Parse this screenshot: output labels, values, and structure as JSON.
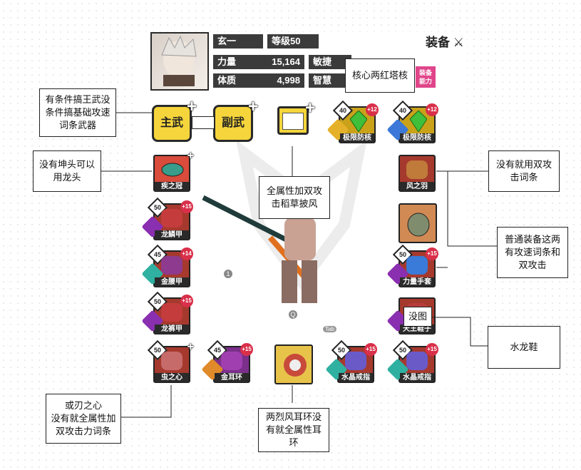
{
  "header": {
    "player_name": "玄一",
    "level": "等级50",
    "equip_title": "装备",
    "stats": [
      {
        "label": "力量",
        "value": "15,164"
      },
      {
        "label": "敏捷",
        "value": ""
      },
      {
        "label": "体质",
        "value": "4,998"
      },
      {
        "label": "智慧",
        "value": ""
      }
    ],
    "badge": "装备\n能力"
  },
  "weapons": {
    "main": "主武",
    "sub": "副武"
  },
  "slots": {
    "top1": {
      "label": "极限防核",
      "level": "40",
      "plus": "+12"
    },
    "top2": {
      "label": "极限防核",
      "level": "40",
      "plus": "+12"
    },
    "left_head": {
      "label": "疾之冠"
    },
    "left1": {
      "label": "龙鳞甲",
      "level": "50",
      "plus": "+15"
    },
    "left2": {
      "label": "金腰甲",
      "level": "45",
      "plus": "+14"
    },
    "left3": {
      "label": "龙裤甲",
      "level": "50",
      "plus": "+15"
    },
    "bottom1": {
      "label": "虫之心",
      "level": "50"
    },
    "bottom2": {
      "label": "金耳环",
      "level": "45",
      "plus": "+15"
    },
    "bottom4": {
      "label": "水晶戒指",
      "level": "50",
      "plus": "+15"
    },
    "bottom5": {
      "label": "水晶戒指",
      "level": "50",
      "plus": "+15"
    },
    "right1": {
      "label": "风之羽"
    },
    "right3": {
      "label": "力量手套",
      "level": "50",
      "plus": "+15"
    },
    "right4": {
      "label": "天王鞋子"
    }
  },
  "notes": {
    "n_core": "核心两红塔核",
    "n_weapon": "有条件搞王武没条件搞基础攻速词条武器",
    "n_head": "没有坤头可以用龙头",
    "n_cape": "全属性加双攻击稻草披风",
    "n_wing": "没有就用双攻击词条",
    "n_glove": "普通装备这两有攻速词条和双攻击",
    "n_noimg": "没图",
    "n_shoe": "水龙鞋",
    "n_heart": "或刃之心\n没有就全属性加双攻击力词条",
    "n_earring": "两烈风耳环没有就全属性耳环"
  },
  "hud": {
    "key1": "1",
    "key2": "Q",
    "tab": "Tab"
  },
  "colors": {
    "weapon_yellow": "#f5d53b",
    "slot_red": "#a6392d",
    "slot_gold": "#c9a21a",
    "badge_pink": "#e0458a"
  }
}
